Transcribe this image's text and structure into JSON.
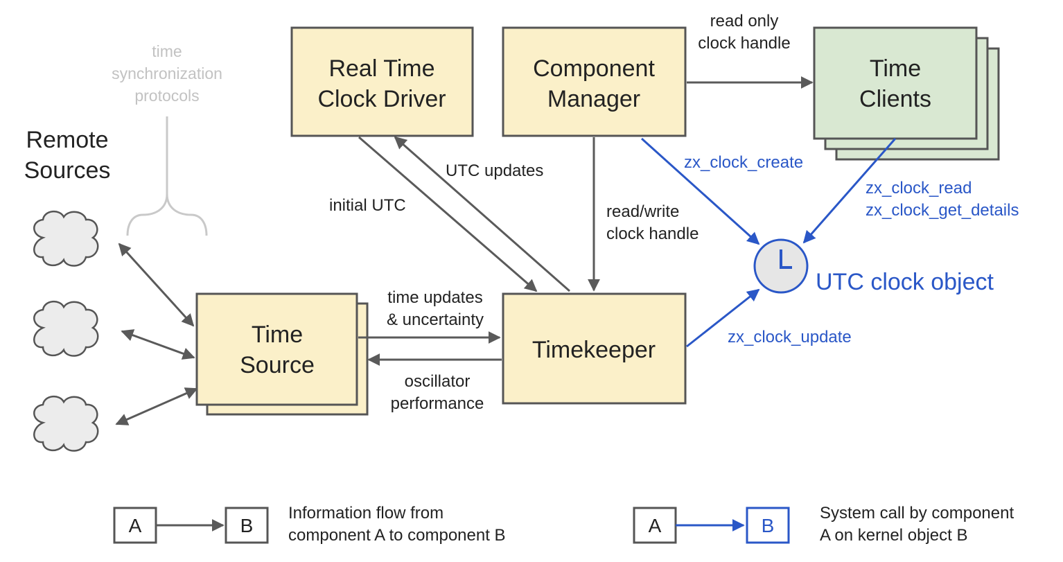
{
  "nodes": {
    "rtc_driver": [
      "Real Time",
      "Clock Driver"
    ],
    "component_manager": [
      "Component",
      "Manager"
    ],
    "time_clients": [
      "Time",
      "Clients"
    ],
    "time_source": [
      "Time",
      "Source"
    ],
    "timekeeper": "Timekeeper",
    "remote_sources": [
      "Remote",
      "Sources"
    ],
    "utc_clock": "UTC clock object"
  },
  "labels": {
    "read_only": [
      "read only",
      "clock handle"
    ],
    "sync_protocols": [
      "time",
      "synchronization",
      "protocols"
    ],
    "initial_utc": "initial UTC",
    "utc_updates": "UTC updates",
    "read_write": [
      "read/write",
      "clock handle"
    ],
    "time_updates": [
      "time updates",
      "& uncertainty"
    ],
    "oscillator": [
      "oscillator",
      "performance"
    ]
  },
  "syscalls": {
    "create": "zx_clock_create",
    "read": "zx_clock_read",
    "get_details": "zx_clock_get_details",
    "update": "zx_clock_update"
  },
  "legend": {
    "info_a": "A",
    "info_b": "B",
    "info_text": [
      "Information flow from",
      "component A to component B"
    ],
    "sys_a": "A",
    "sys_b": "B",
    "sys_text": [
      "System call by component",
      "A on kernel object B"
    ]
  },
  "colors": {
    "component_fill": "#fbf0c9",
    "client_fill": "#d9e8d2",
    "syscall_blue": "#2a57c7",
    "flow_gray": "#5a5a5a"
  }
}
